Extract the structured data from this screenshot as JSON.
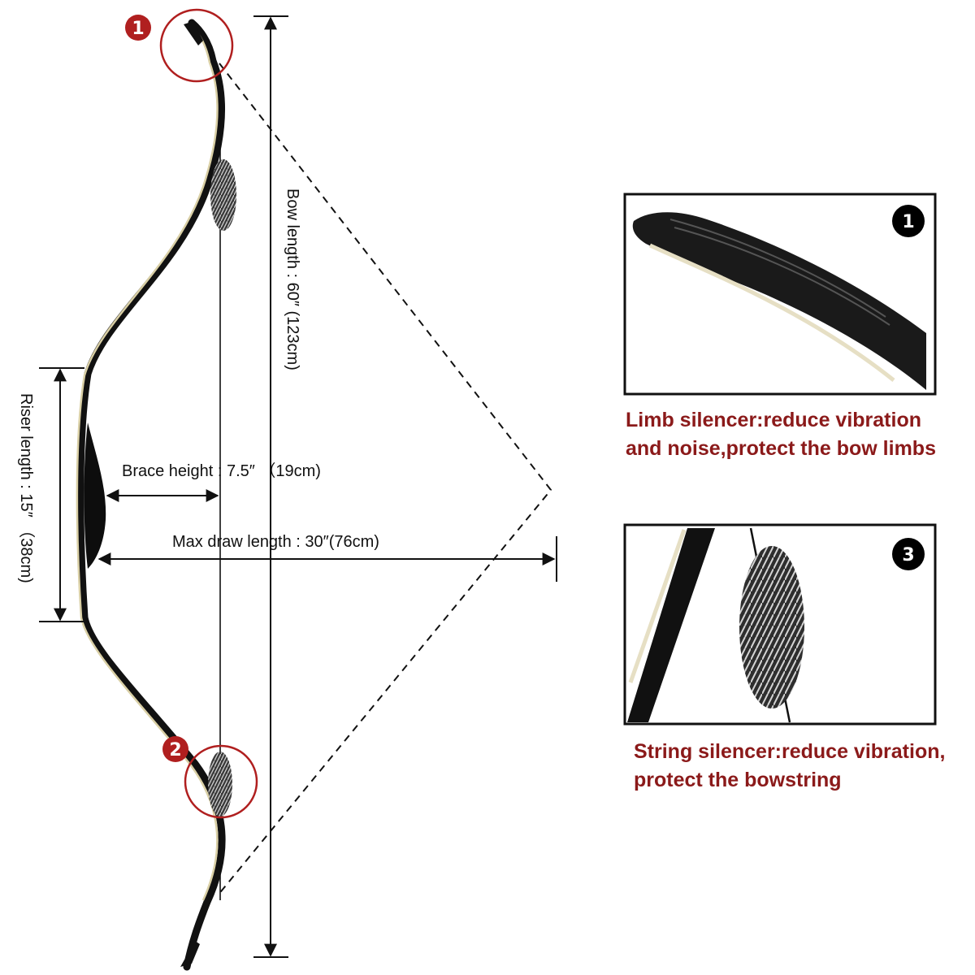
{
  "labels": {
    "bow_length": "Bow length : 60″ (123cm)",
    "riser_length": "Riser length : 15″ （38cm)",
    "brace_height": "Brace height : 7.5″ （19cm)",
    "max_draw_length": "Max draw length : 30″(76cm)"
  },
  "badges": {
    "b1": "1",
    "b2": "2",
    "b3": "3"
  },
  "captions": {
    "limb": {
      "line1": "Limb silencer:reduce vibration",
      "line2": "and noise,protect the bow limbs"
    },
    "string": {
      "line1": "String silencer:reduce vibration,",
      "line2": "protect the bowstring"
    }
  },
  "colors": {
    "accent_red": "#b01f1f",
    "caption_red": "#8b1a1a",
    "bow_black": "#111111",
    "wood_strip": "#d9cfa5"
  }
}
